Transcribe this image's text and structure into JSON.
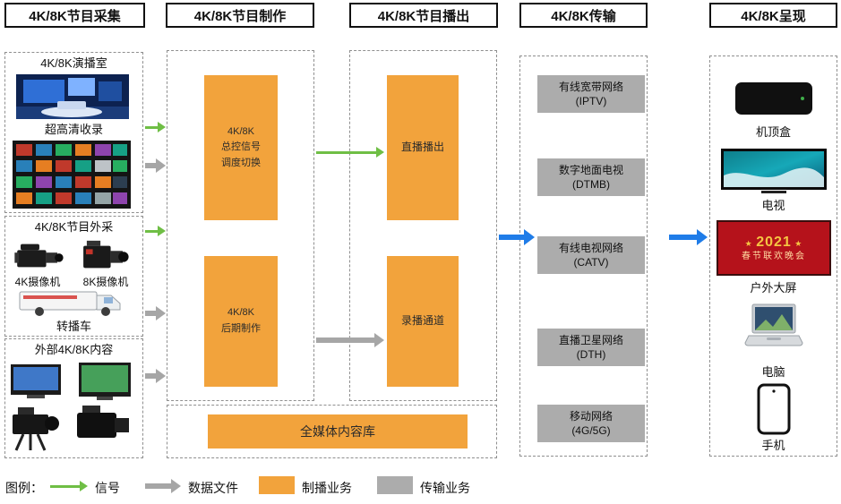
{
  "headers": [
    "4K/8K节目采集",
    "4K/8K节目制作",
    "4K/8K节目播出",
    "4K/8K传输",
    "4K/8K呈现"
  ],
  "collection": {
    "studio": "4K/8K演播室",
    "uhd_recording": "超高清收录",
    "field": "4K/8K节目外采",
    "camera_4k": "4K摄像机",
    "camera_8k": "8K摄像机",
    "ob_van": "转播车",
    "external": "外部4K/8K内容"
  },
  "production": {
    "master_control": "4K/8K\n总控信号\n调度切换",
    "post": "4K/8K\n后期制作",
    "library": "全媒体内容库"
  },
  "broadcast": {
    "live": "直播播出",
    "recorded": "录播通道"
  },
  "transmission": {
    "networks": [
      "有线宽带网络\n(IPTV)",
      "数字地面电视\n(DTMB)",
      "有线电视网络\n(CATV)",
      "直播卫星网络\n(DTH)",
      "移动网络\n(4G/5G)"
    ]
  },
  "presentation": {
    "stb": "机顶盒",
    "tv": "电视",
    "outdoor_screen": "户外大屏",
    "pc": "电脑",
    "phone": "手机",
    "screen_year": "2021",
    "screen_title": "春节联欢晚会"
  },
  "legend": {
    "title": "图例：",
    "signal": "信号",
    "data_file": "数据文件",
    "production_service": "制播业务",
    "transmission_service": "传输业务"
  },
  "colors": {
    "production_orange": "#F2A33C",
    "transmission_gray": "#ACACAC",
    "signal_green": "#6FBE45",
    "data_gray": "#A6A6A6",
    "flow_blue": "#1F7CE8"
  }
}
